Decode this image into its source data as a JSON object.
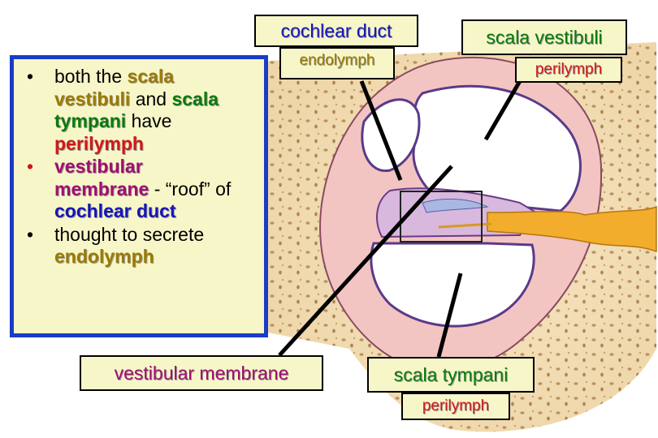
{
  "bullets": [
    {
      "t1": "both the ",
      "t2": "scala",
      "t3": "vestibuli",
      "t4": " and ",
      "t5": "scala",
      "t6": "tympani",
      "t7": " have",
      "t8": "perilymph"
    },
    {
      "t1": "vestibular",
      "t2": "membrane",
      "t3": " - “roof” of",
      "t4": "cochlear duct"
    },
    {
      "t1": "thought to secrete",
      "t2": "endolymph"
    }
  ],
  "labels": {
    "cochlear_duct": "cochlear duct",
    "endolymph": "endolymph",
    "scala_vestibuli": "scala vestibuli",
    "perilymph_top": "perilymph",
    "vestibular_membrane": "vestibular membrane",
    "scala_tympani": "scala tympani",
    "perilymph_bottom": "perilymph"
  },
  "colors": {
    "panel_border": "#1a3cc8",
    "label_fill": "#f7f6c9",
    "blue": "#1515b8",
    "red": "#d01818",
    "purple": "#a0106f",
    "green": "#0b7a0b",
    "olive": "#9a7a00"
  }
}
